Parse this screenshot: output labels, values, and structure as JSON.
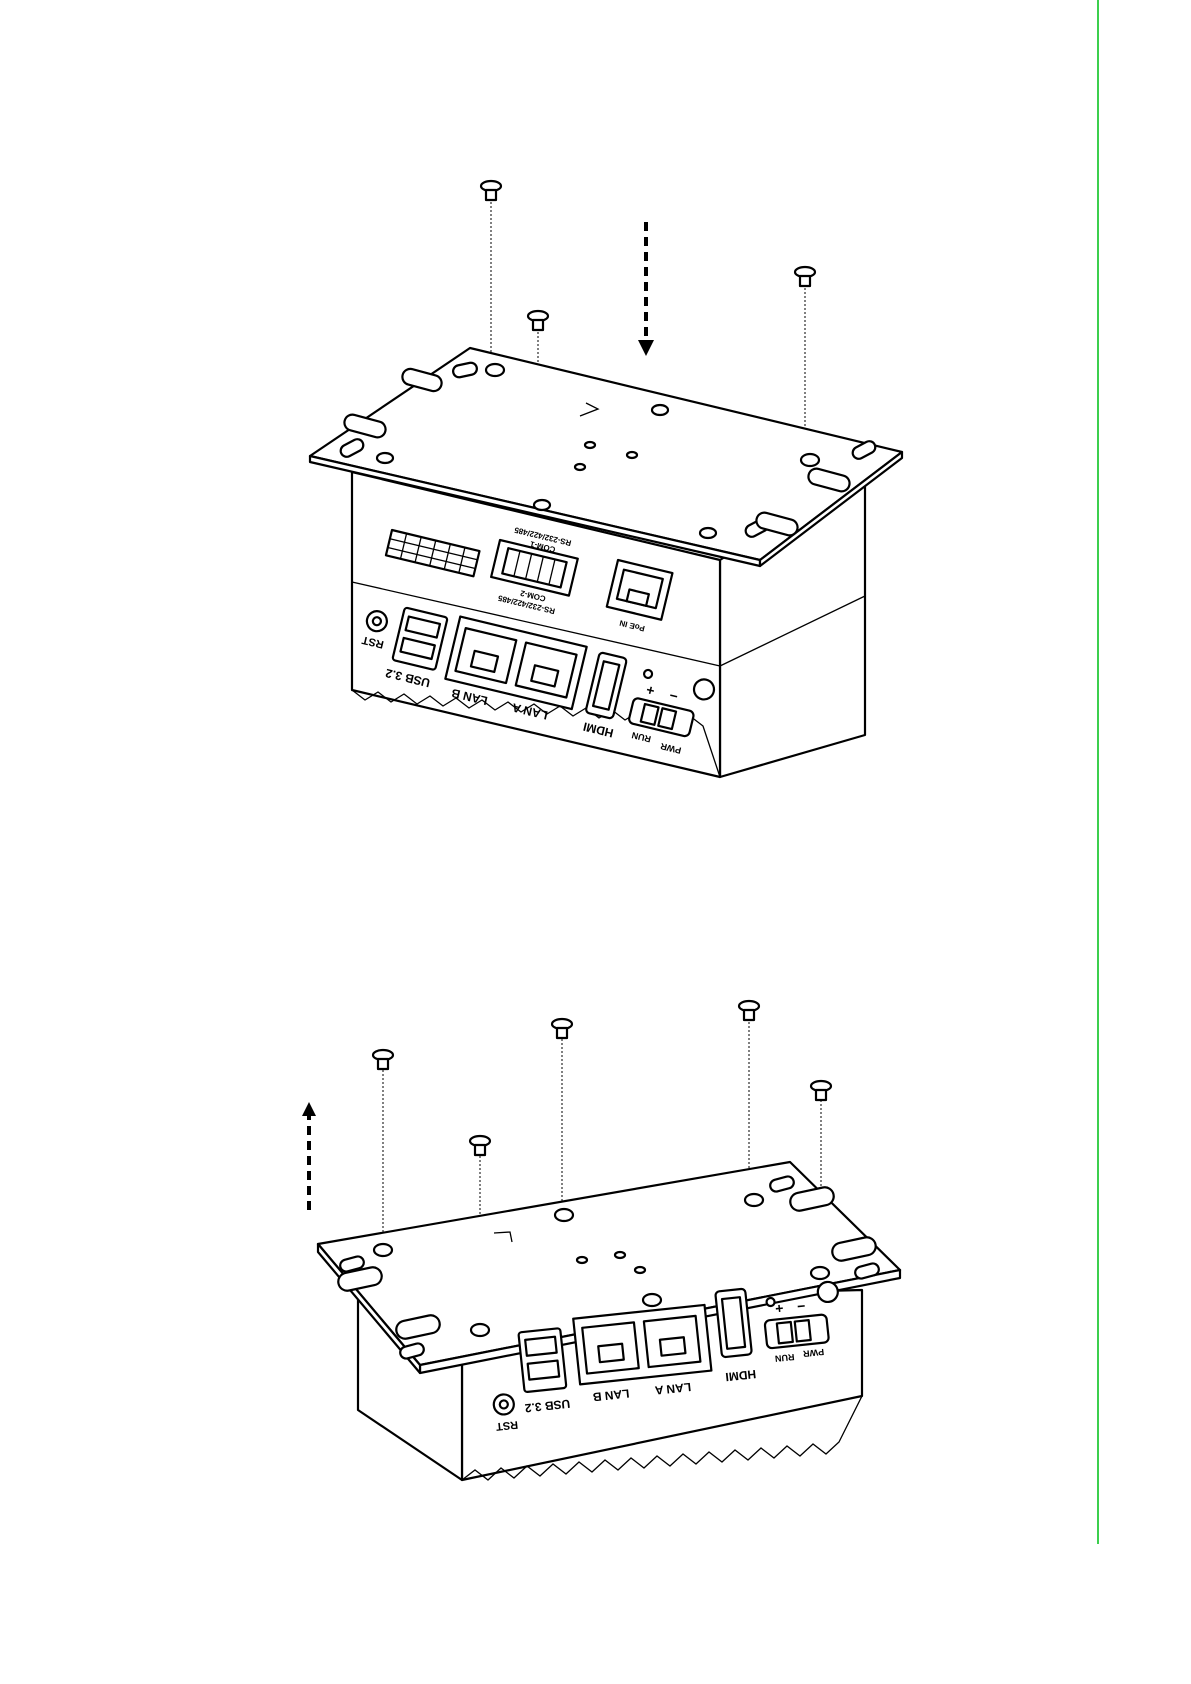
{
  "page": {
    "accent_color": "#3ccf4e"
  },
  "figure_top": {
    "arrow_direction": "down",
    "labels": {
      "rst": "RST",
      "usb": "USB 3.2",
      "lan_b": "LAN B",
      "lan_a": "LAN A",
      "hdmi": "HDMI",
      "run": "RUN",
      "pwr": "PWR",
      "poe_in": "PoE IN",
      "com1": "COM-1",
      "com2": "COM-2",
      "rs_top": "RS-232/422/485",
      "rs_bottom": "RS-232/422/485"
    }
  },
  "figure_bottom": {
    "arrow_direction": "up",
    "labels": {
      "rst": "RST",
      "usb": "USB 3.2",
      "lan_b": "LAN B",
      "lan_a": "LAN A",
      "hdmi": "HDMI",
      "run": "RUN",
      "pwr": "PWR"
    }
  }
}
